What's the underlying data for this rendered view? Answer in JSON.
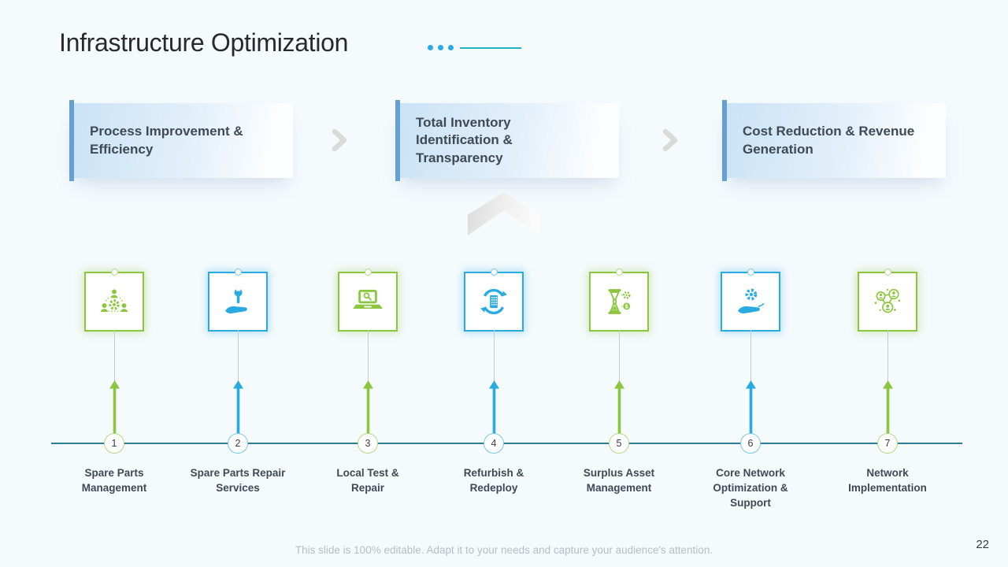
{
  "slide": {
    "title": "Infrastructure Optimization",
    "page_number": "22",
    "footer_note": "This slide is 100% editable. Adapt it to your needs and capture your audience's attention."
  },
  "header_flow": {
    "boxes": [
      {
        "label": "Process Improvement &\nEfficiency"
      },
      {
        "label": "Total Inventory\nIdentification &\nTransparency"
      },
      {
        "label": "Cost Reduction & Revenue\nGeneration"
      }
    ],
    "separator_icon": "chevron-right-icon"
  },
  "timeline": {
    "items": [
      {
        "number": "1",
        "label": "Spare Parts\nManagement",
        "icon": "team-gear-icon",
        "color": "green"
      },
      {
        "number": "2",
        "label": "Spare Parts Repair\nServices",
        "icon": "hand-wrench-icon",
        "color": "blue"
      },
      {
        "number": "3",
        "label": "Local Test &\nRepair",
        "icon": "laptop-search-icon",
        "color": "green"
      },
      {
        "number": "4",
        "label": "Refurbish &\nRedeploy",
        "icon": "refresh-building-icon",
        "color": "blue"
      },
      {
        "number": "5",
        "label": "Surplus Asset\nManagement",
        "icon": "hourglass-gear-icon",
        "color": "green"
      },
      {
        "number": "6",
        "label": "Core Network\nOptimization &\nSupport",
        "icon": "hand-gear-icon",
        "color": "blue"
      },
      {
        "number": "7",
        "label": "Network\nImplementation",
        "icon": "people-network-icon",
        "color": "green"
      }
    ]
  },
  "colors": {
    "green": "#8CC63F",
    "blue": "#29ABE2",
    "header_bar_blue": "#66A0D2",
    "timeline_line_teal": "#2C7D99",
    "accent_cyan": "#1FB5C9",
    "accent_dot_blue": "#29ABE2"
  }
}
